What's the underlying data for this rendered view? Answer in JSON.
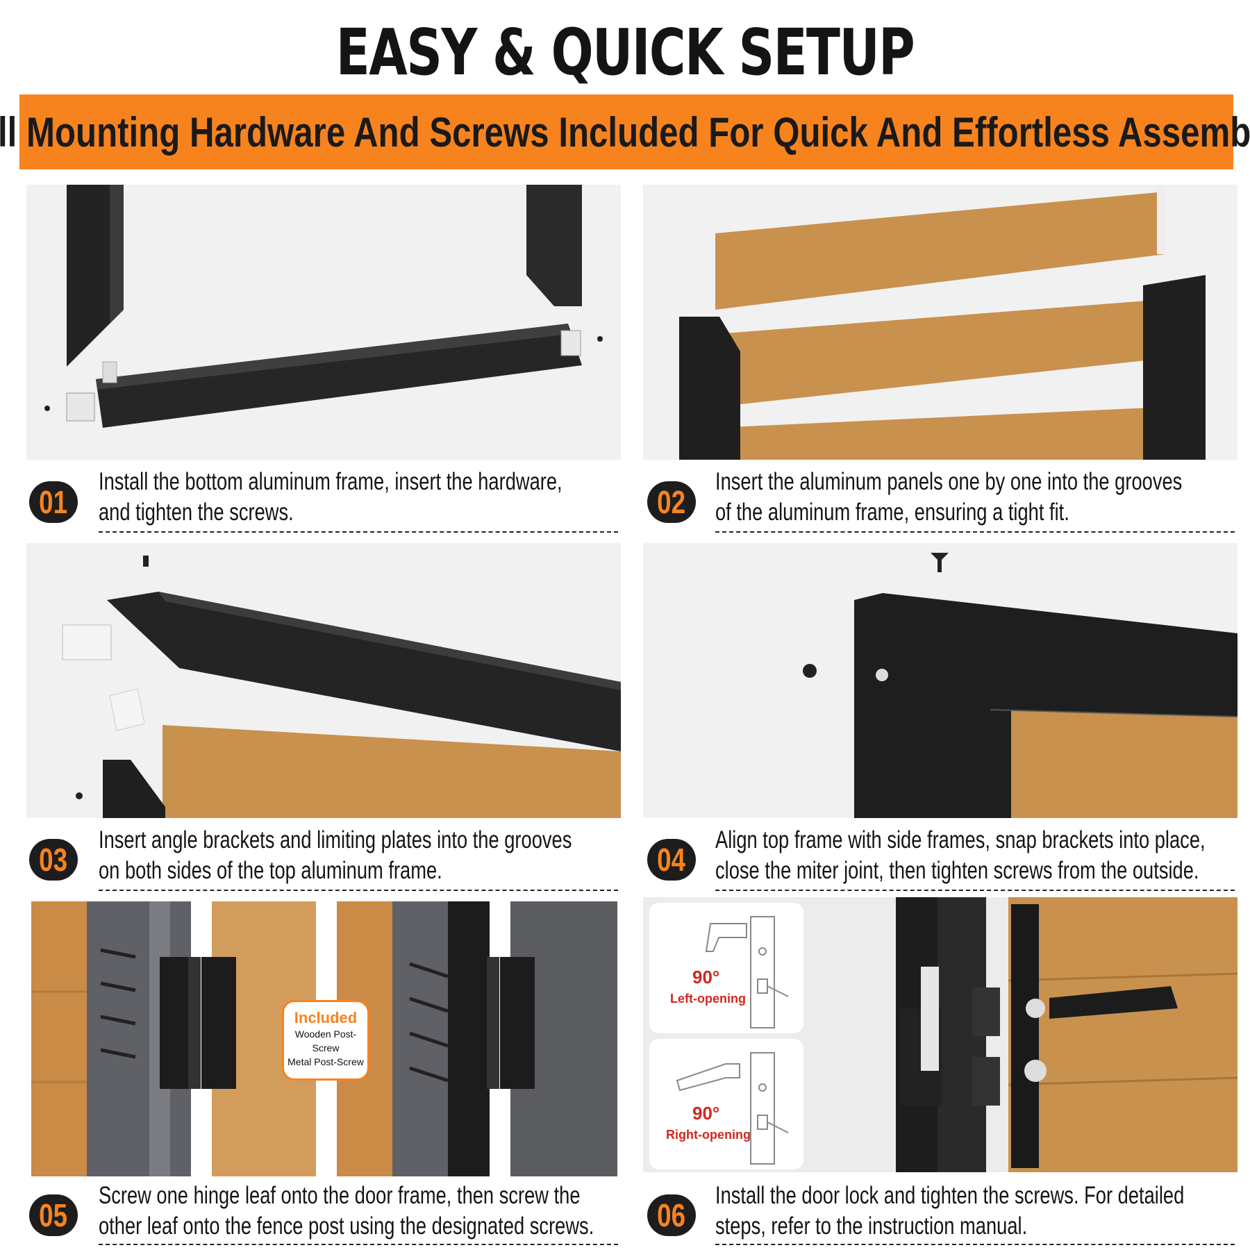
{
  "header": {
    "title": "EASY & QUICK SETUP",
    "banner": "All Mounting Hardware And Screws Included For Quick And Effortless Assembly"
  },
  "colors": {
    "accent": "#f7831f",
    "frame": "#1d1d1d",
    "wood": "#c9914e",
    "text": "#141414"
  },
  "steps": [
    {
      "num": "01",
      "line1": "Install the bottom aluminum frame, insert the hardware,",
      "line2": "and tighten the screws."
    },
    {
      "num": "02",
      "line1": "Insert the aluminum panels one by one into the grooves",
      "line2": "of the aluminum frame, ensuring a tight fit."
    },
    {
      "num": "03",
      "line1": "Insert angle brackets and limiting plates into the grooves",
      "line2": "on both sides of the top aluminum frame."
    },
    {
      "num": "04",
      "line1": "Align top frame with side frames, snap brackets into place,",
      "line2": "close the miter joint, then tighten screws from the outside."
    },
    {
      "num": "05",
      "line1": "Screw one hinge leaf onto the door frame, then screw the",
      "line2": "other leaf onto the fence post using the designated screws."
    },
    {
      "num": "06",
      "line1": "Install the door lock and tighten the screws. For detailed",
      "line2": "steps, refer to the instruction manual."
    }
  ],
  "badge": {
    "title": "Included",
    "line1": "Wooden Post-Screw",
    "line2": "Metal Post-Screw"
  },
  "lock_options": [
    {
      "degree": "90°",
      "label": "Left-opening"
    },
    {
      "degree": "90°",
      "label": "Right-opening"
    }
  ]
}
